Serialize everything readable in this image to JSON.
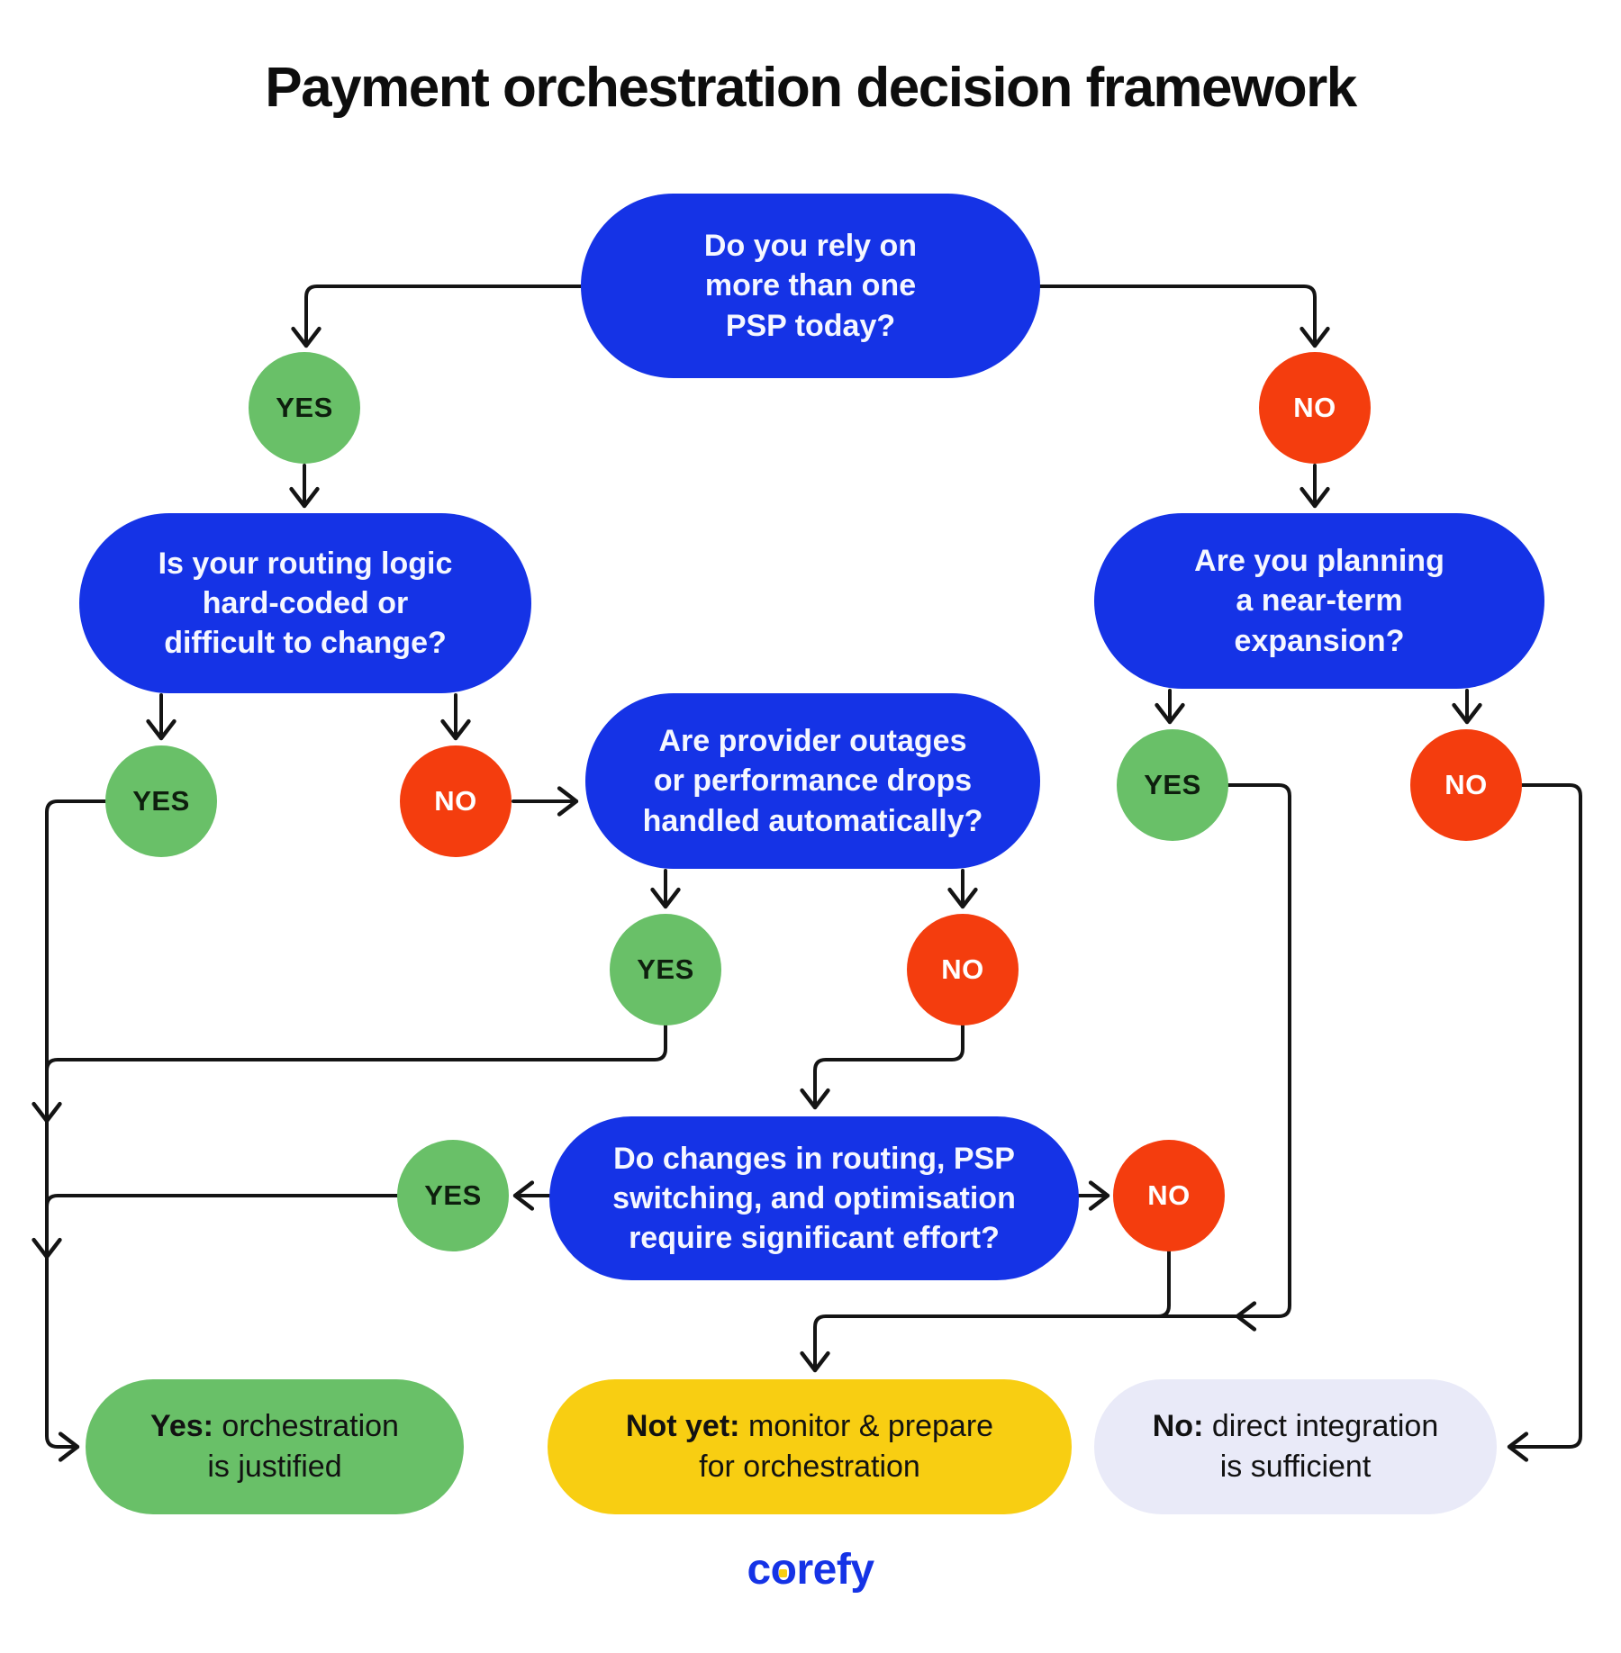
{
  "title": "Payment orchestration decision framework",
  "questions": {
    "psp": [
      "Do you rely on",
      "more than one",
      "PSP today?"
    ],
    "routing": [
      "Is your routing logic",
      "hard-coded or",
      "difficult to change?"
    ],
    "expansion": [
      "Are you planning",
      "a near-term",
      "expansion?"
    ],
    "outages": [
      "Are provider outages",
      "or performance drops",
      "handled automatically?"
    ],
    "effort": [
      "Do changes in routing, PSP",
      "switching, and optimisation",
      "require significant effort?"
    ]
  },
  "badges": {
    "yes": "YES",
    "no": "NO"
  },
  "outcomes": {
    "justified": {
      "lead": "Yes:",
      "rest": [
        "orchestration",
        "is justified"
      ]
    },
    "not_yet": {
      "lead": "Not yet:",
      "rest": [
        "monitor & prepare",
        "for orchestration"
      ]
    },
    "sufficient": {
      "lead": "No:",
      "rest": [
        "direct integration",
        "is sufficient"
      ]
    }
  },
  "logo": "corefy",
  "colors": {
    "blue": "#1533e6",
    "green": "#69c068",
    "red": "#f43d0e",
    "yellow": "#f8ce12",
    "lavender": "#e9eaf8",
    "line": "#141414"
  }
}
